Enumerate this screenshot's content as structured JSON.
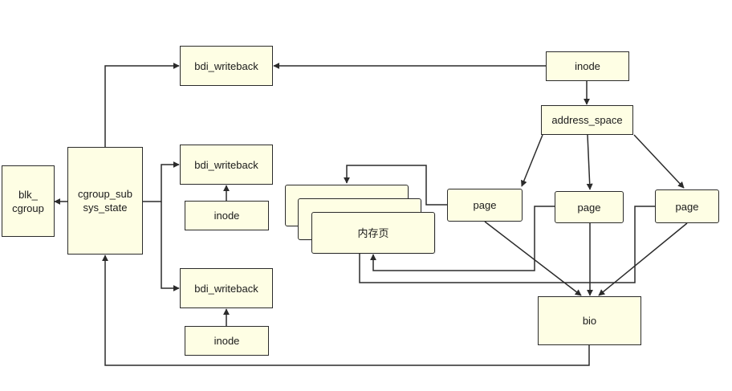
{
  "colors": {
    "box_fill": "#fefee4",
    "stroke": "#2b2b2b"
  },
  "nodes": {
    "blk_cgroup": "blk_\ncgroup",
    "cgroup_subsys_state": "cgroup_sub\nsys_state",
    "bdi_writeback_1": "bdi_writeback",
    "bdi_writeback_2": "bdi_writeback",
    "bdi_writeback_3": "bdi_writeback",
    "inode_top": "inode",
    "inode_2": "inode",
    "inode_3": "inode",
    "address_space": "address_space",
    "page_1": "page",
    "page_2": "page",
    "page_3": "page",
    "memory_page": "内存页",
    "bio": "bio"
  }
}
